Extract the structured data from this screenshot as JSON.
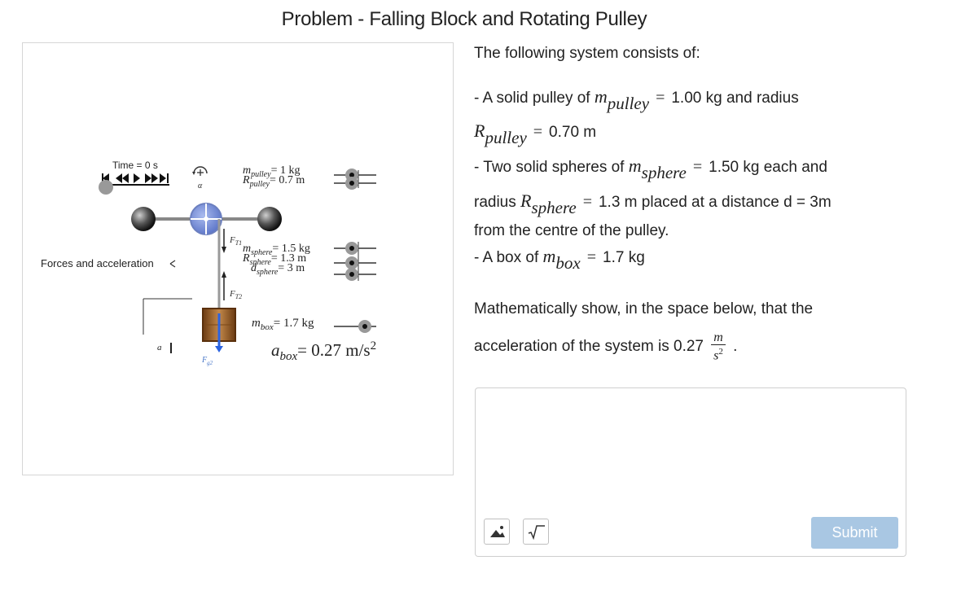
{
  "page": {
    "title": "Problem - Falling Block and Rotating Pulley"
  },
  "simulation": {
    "time_label": "Time = 0 s",
    "forces_label": "Forces and acceleration",
    "m_pulley_label": "m",
    "m_pulley_sub": "pulley",
    "m_pulley_val": "= 1 kg",
    "r_pulley_label": "R",
    "r_pulley_sub": "pulley",
    "r_pulley_val": "= 0.7 m",
    "m_sphere_label": "m",
    "m_sphere_sub": "sphere",
    "m_sphere_val": "= 1.5 kg",
    "r_sphere_label": "R",
    "r_sphere_sub": "sphere",
    "r_sphere_val": "= 1.3 m",
    "d_sphere_label": "d",
    "d_sphere_sub": "sphere",
    "d_sphere_val": "= 3 m",
    "m_box_label": "m",
    "m_box_sub": "box",
    "m_box_val": "= 1.7 kg",
    "a_box_label": "a",
    "a_box_sub": "box",
    "a_box_val": "= 0.27 m/s",
    "a_box_exp": "2",
    "ft1_label": "F",
    "ft1_sub": "T1",
    "ft2_label": "F",
    "ft2_sub": "T2",
    "fg_label": "F",
    "fg_sub": "g2",
    "alpha_label": "α",
    "a_label": "a"
  },
  "problem": {
    "intro": "The following system consists of:",
    "l1_prefix": "- A solid pulley of",
    "l1_m": "m",
    "l1_sub": "pulley",
    "l1_eq": "=",
    "l1_val": "1.00 kg and radius",
    "l2_r": "R",
    "l2_sub": "pulley",
    "l2_eq": "=",
    "l2_val": "0.70 m",
    "l3_prefix": "- Two solid spheres of",
    "l3_m": "m",
    "l3_sub": "sphere",
    "l3_eq": "=",
    "l3_val": "1.50 kg each and",
    "l4_prefix": "radius",
    "l4_r": "R",
    "l4_sub": "sphere",
    "l4_eq": "=",
    "l4_val": "1.3 m placed at a distance d = 3m",
    "l5": "from the centre of the pulley.",
    "l6_prefix": "- A box of",
    "l6_m": "m",
    "l6_sub": "box",
    "l6_eq": "=",
    "l6_val": "1.7 kg",
    "q1": "Mathematically show, in the space below, that the",
    "q2_prefix": "acceleration of the system is 0.27",
    "frac_num": "m",
    "frac_den": "s",
    "frac_exp": "2",
    "q2_suffix": "."
  },
  "answer": {
    "value": "",
    "submit_label": "Submit"
  },
  "icons": {
    "image_tool": "image-icon",
    "math_tool": "sqrt-icon"
  }
}
